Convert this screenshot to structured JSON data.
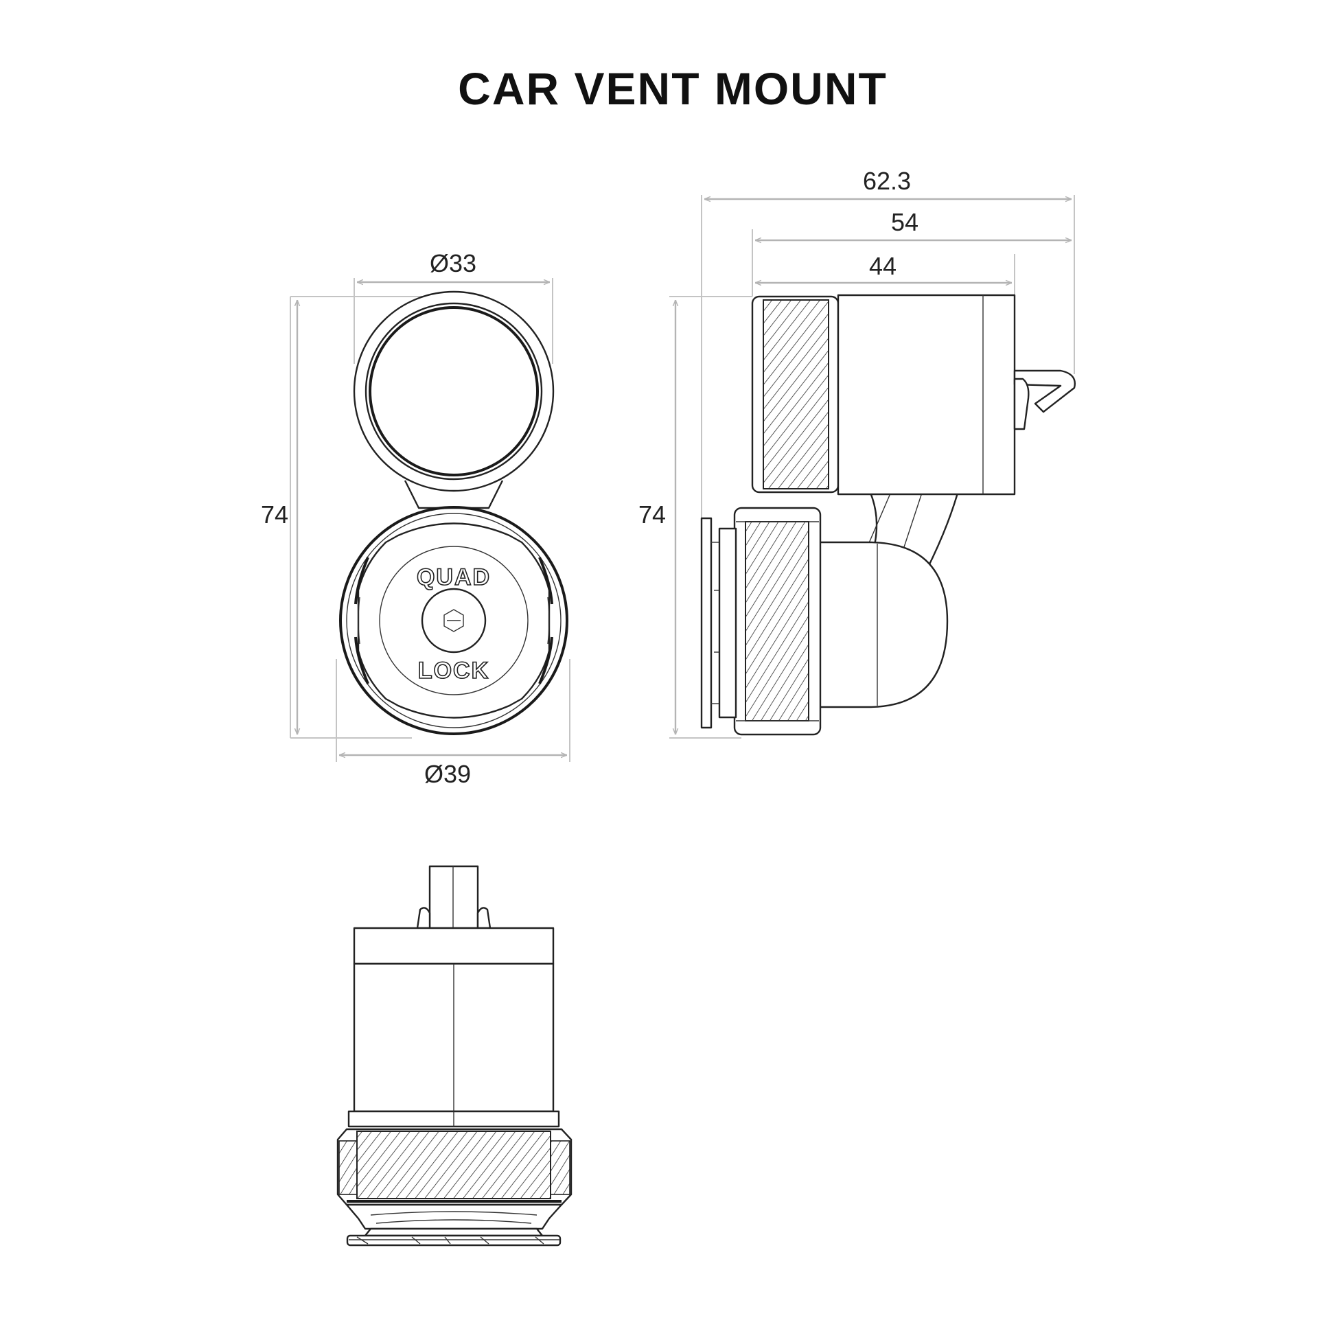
{
  "title": "CAR VENT MOUNT",
  "logo": {
    "line1": "QUAD",
    "line2": "LOCK"
  },
  "front_view": {
    "top_diameter": "Ø33",
    "bottom_diameter": "Ø39",
    "height": "74"
  },
  "side_view": {
    "overall_depth": "62.3",
    "body_depth": "54",
    "head_depth": "44",
    "height": "74"
  },
  "colors": {
    "outline": "#222222",
    "dimension_line": "#b4b4b4",
    "text": "#111111"
  }
}
